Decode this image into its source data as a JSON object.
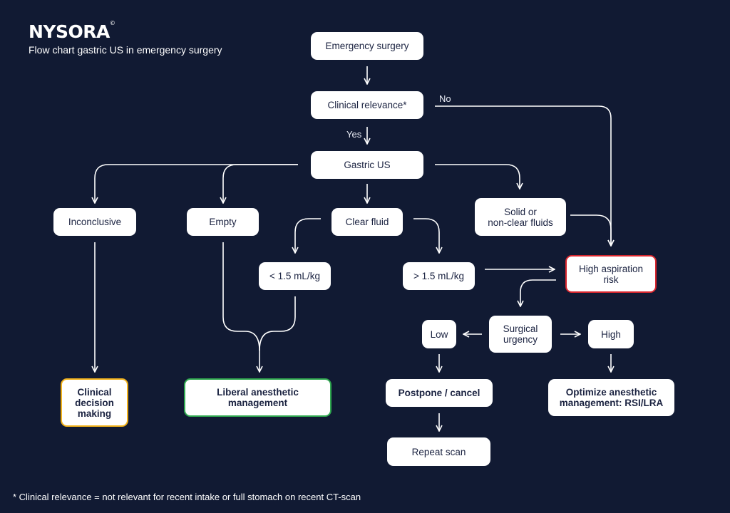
{
  "header": {
    "logo": "NYSORA",
    "logo_mark": "©",
    "subtitle": "Flow chart gastric US in emergency surgery"
  },
  "nodes": {
    "emergency_surgery": "Emergency surgery",
    "clinical_relevance": "Clinical relevance*",
    "gastric_us": "Gastric US",
    "inconclusive": "Inconclusive",
    "empty": "Empty",
    "clear_fluid": "Clear fluid",
    "solid": "Solid or\nnon-clear fluids",
    "lt_volume": "< 1.5 mL/kg",
    "gt_volume": "> 1.5 mL/kg",
    "high_aspiration": "High aspiration\nrisk",
    "surgical_urgency": "Surgical\nurgency",
    "low": "Low",
    "high": "High",
    "clinical_decision": "Clinical\ndecision\nmaking",
    "liberal": "Liberal anesthetic\nmanagement",
    "postpone": "Postpone / cancel",
    "optimize": "Optimize anesthetic\nmanagement: RSI/LRA",
    "repeat_scan": "Repeat scan"
  },
  "edge_labels": {
    "yes": "Yes",
    "no": "No"
  },
  "colors": {
    "background": "#111a33",
    "node_fill": "#ffffff",
    "node_text": "#1a2240",
    "risk_border": "#d9262e",
    "decision_border": "#f2b21b",
    "liberal_border": "#2fa84f",
    "connector": "#ffffff"
  },
  "footnote": "* Clinical relevance = not relevant for recent intake or full stomach on recent CT-scan"
}
